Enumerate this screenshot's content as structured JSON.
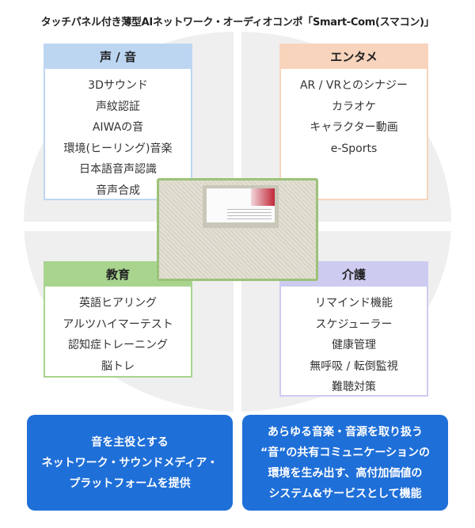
{
  "title": "タッチパネル付き薄型AIネットワーク・オーディオコンポ「Smart-Com(スマコン)」",
  "quadrants": [
    {
      "heading": "声 / 音",
      "items": [
        "3Dサウンド",
        "声紋認証",
        "AIWAの音",
        "環境(ヒーリング)音楽",
        "日本語音声認識",
        "音声合成"
      ]
    },
    {
      "heading": "エンタメ",
      "items": [
        "AR / VRとのシナジー",
        "カラオケ",
        "キャラクター動画",
        "e-Sports"
      ]
    },
    {
      "heading": "教育",
      "items": [
        "英語ヒアリング",
        "アルツハイマーテスト",
        "認知症トレーニング",
        "脳トレ"
      ]
    },
    {
      "heading": "介護",
      "items": [
        "リマインド機能",
        "スケジューラー",
        "健康管理",
        "無呼吸 / 転倒監視",
        "難聴対策"
      ]
    }
  ],
  "callouts": [
    [
      "音を主役とする",
      "ネットワーク・サウンドメディア・",
      "プラットフォームを提供"
    ],
    [
      "あらゆる音楽・音源を取り扱う",
      "“音”の共有コミュニケーションの",
      "環境を生み出す、高付加価値の",
      "システム&サービスとして機能"
    ]
  ],
  "colors": {
    "voice": "#bcd6f2",
    "entertainment": "#f8d4bd",
    "education": "#a8d48e",
    "care": "#cdcbf0",
    "callout": "#1f6fd8"
  }
}
